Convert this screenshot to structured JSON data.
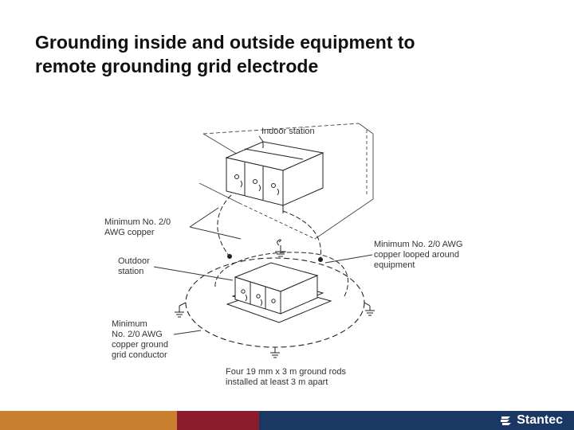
{
  "slide": {
    "title_line1": "Grounding inside and outside equipment to",
    "title_line2": "remote grounding grid electrode"
  },
  "diagram": {
    "label_indoor": "Indoor station",
    "label_min_copper_1": "Minimum No. 2/0",
    "label_min_copper_2": "AWG copper",
    "label_outdoor_1": "Outdoor",
    "label_outdoor_2": "station",
    "label_looped_1": "Minimum No. 2/0 AWG",
    "label_looped_2": "copper looped around",
    "label_looped_3": "equipment",
    "label_grid_1": "Minimum",
    "label_grid_2": "No. 2/0 AWG",
    "label_grid_3": "copper ground",
    "label_grid_4": "grid conductor",
    "label_rods_1": "Four 19 mm x 3 m ground rods",
    "label_rods_2": "installed at least 3 m apart"
  },
  "footer": {
    "brand": "Stantec",
    "colors": [
      "#c8802f",
      "#8a1c2c",
      "#1b3764"
    ]
  }
}
